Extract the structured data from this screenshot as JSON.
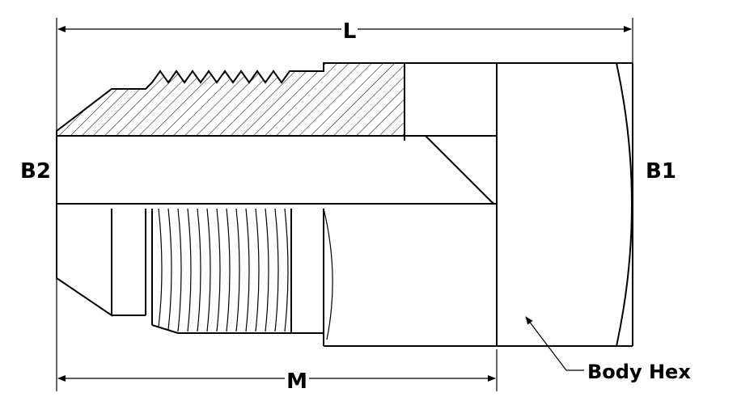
{
  "labels": {
    "overall_length": "L",
    "end_b2": "B2",
    "end_b1": "B1",
    "length_m": "M",
    "body_hex": "Body Hex"
  }
}
